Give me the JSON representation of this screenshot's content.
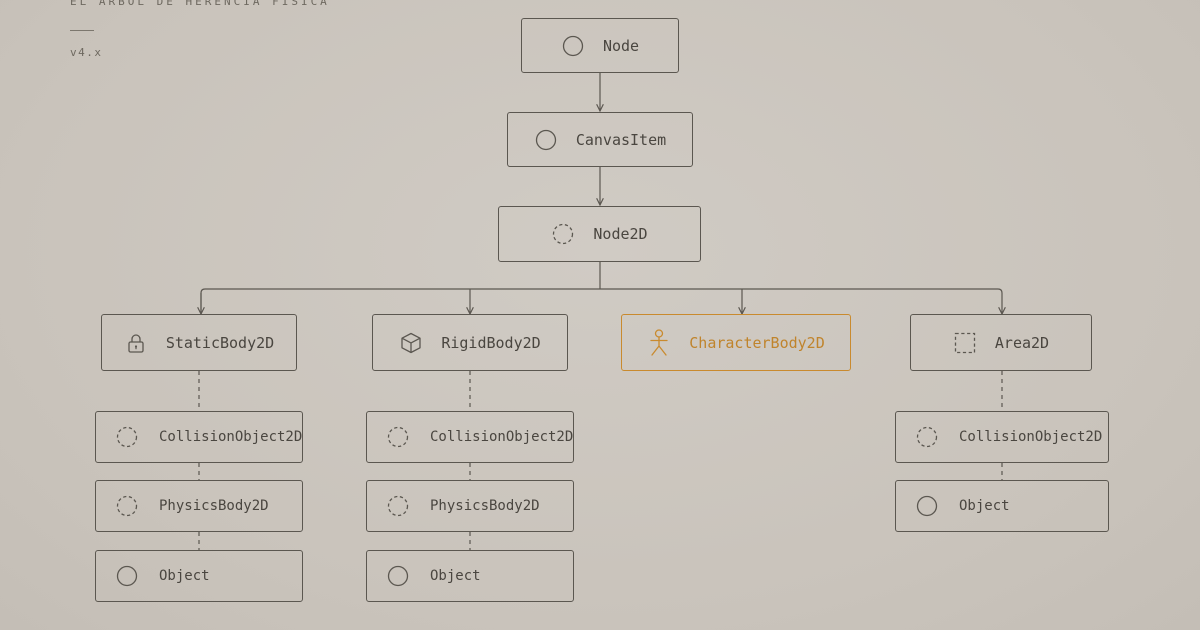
{
  "header": {
    "title": "EL ÁRBOL DE HERENCIA FÍSICA",
    "version": "v4.x"
  },
  "colors": {
    "background": "#cbc6be",
    "stroke": "#5b5750",
    "text": "#4a4640",
    "accent": "#c98a2e"
  },
  "chain": [
    {
      "label": "Node",
      "icon": "circle-icon"
    },
    {
      "label": "CanvasItem",
      "icon": "circle-icon"
    },
    {
      "label": "Node2D",
      "icon": "dashed-circle-icon"
    }
  ],
  "bodies": [
    {
      "label": "StaticBody2D",
      "icon": "lock-icon",
      "highlighted": false,
      "ancestors": [
        {
          "label": "CollisionObject2D",
          "icon": "dashed-circle-icon"
        },
        {
          "label": "PhysicsBody2D",
          "icon": "dashed-circle-icon"
        },
        {
          "label": "Object",
          "icon": "circle-icon"
        }
      ]
    },
    {
      "label": "RigidBody2D",
      "icon": "cube-icon",
      "highlighted": false,
      "ancestors": [
        {
          "label": "CollisionObject2D",
          "icon": "dashed-circle-icon"
        },
        {
          "label": "PhysicsBody2D",
          "icon": "dashed-circle-icon"
        },
        {
          "label": "Object",
          "icon": "circle-icon"
        }
      ]
    },
    {
      "label": "CharacterBody2D",
      "icon": "stick-figure-icon",
      "highlighted": true,
      "ancestors": []
    },
    {
      "label": "Area2D",
      "icon": "dashed-square-icon",
      "highlighted": false,
      "ancestors": [
        {
          "label": "CollisionObject2D",
          "icon": "dashed-circle-icon"
        },
        {
          "label": "Object",
          "icon": "circle-icon"
        }
      ]
    }
  ]
}
